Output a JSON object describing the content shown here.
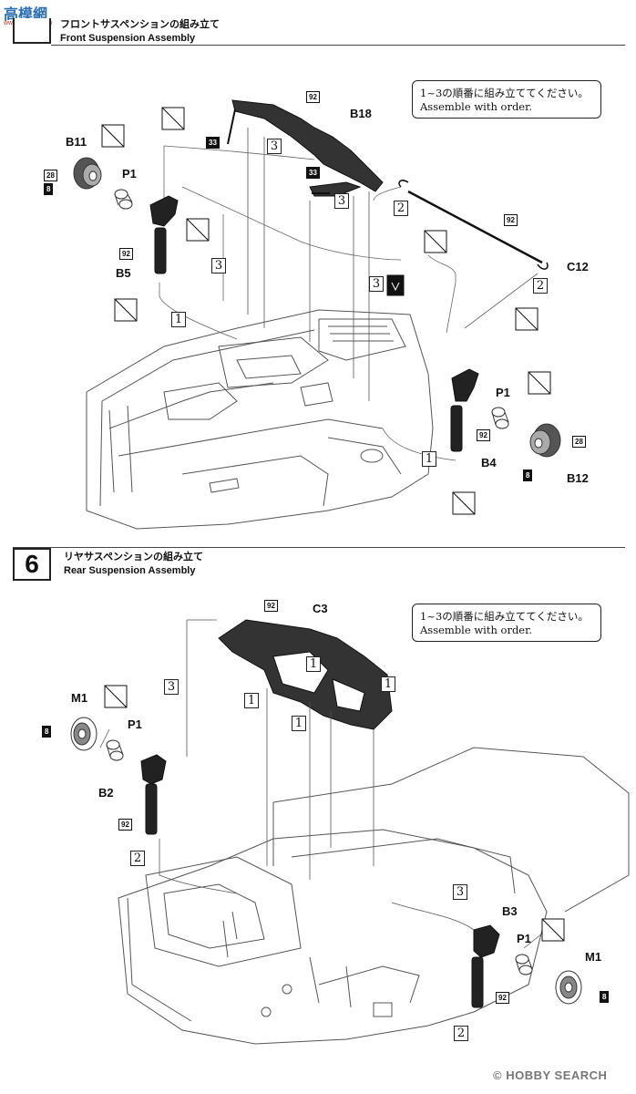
{
  "logo": {
    "chars": "高模網",
    "site": "www.gaomo.com"
  },
  "step5": {
    "title_jp": "フロントサスペンションの組み立て",
    "title_en": "Front Suspension Assembly",
    "note_jp": "1~3の順番に組み立ててください。",
    "note_en": "Assemble with order.",
    "parts": {
      "b11": "B11",
      "p1_left": "P1",
      "b5": "B5",
      "b18": "B18",
      "c12": "C12",
      "p1_right": "P1",
      "b4": "B4",
      "b12": "B12"
    },
    "codes": {
      "c28": "28",
      "c8": "8",
      "c92": "92",
      "c33": "33"
    },
    "order": {
      "one": "1",
      "two": "2",
      "three": "3"
    }
  },
  "step6": {
    "number": "6",
    "title_jp": "リヤサスペンションの組み立て",
    "title_en": "Rear Suspension Assembly",
    "note_jp": "1~3の順番に組み立ててください。",
    "note_en": "Assemble with order.",
    "parts": {
      "m1_left": "M1",
      "p1_left": "P1",
      "b2": "B2",
      "c3": "C3",
      "b3": "B3",
      "p1_right": "P1",
      "m1_right": "M1"
    },
    "codes": {
      "c8": "8",
      "c92": "92"
    },
    "order": {
      "one": "1",
      "two": "2",
      "three": "3"
    }
  },
  "watermark": {
    "text": "HOBBY SEARCH",
    "copyright": "©"
  }
}
